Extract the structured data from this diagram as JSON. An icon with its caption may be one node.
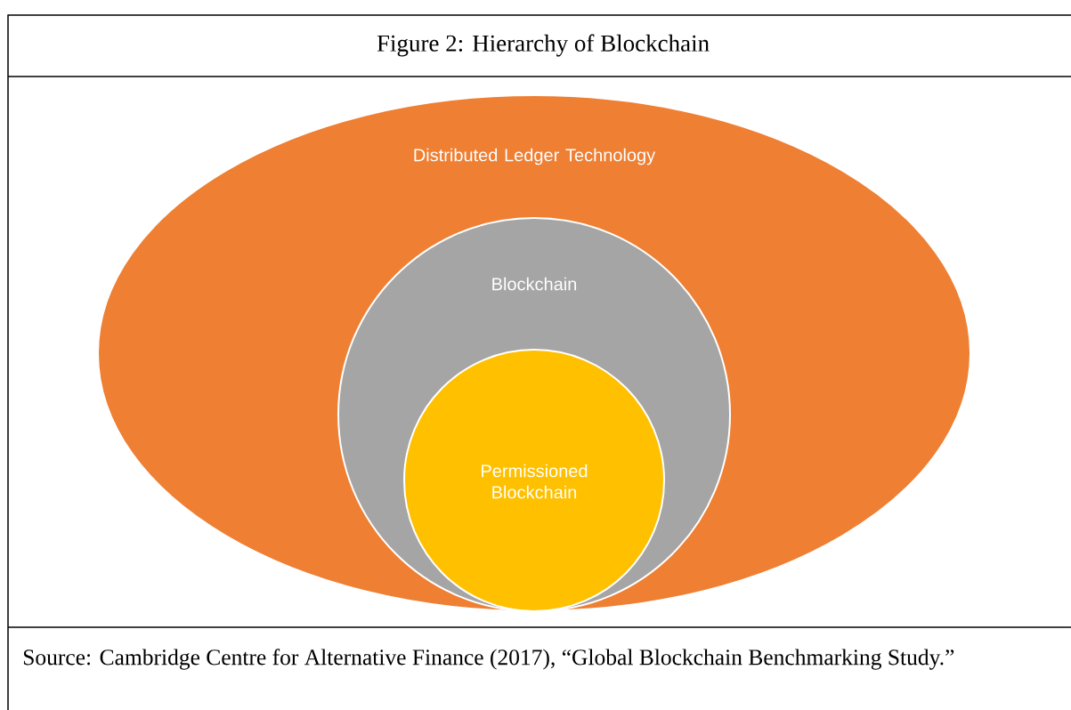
{
  "diagram": {
    "title": "Figure 2: Hierarchy of Blockchain",
    "caption": "Source: Cambridge Centre for Alternative Finance (2017), “Global Blockchain Benchmarking Study.”",
    "nodes": [
      {
        "text": [
          "Distributed Ledger Technology"
        ]
      },
      {
        "text": [
          "Blockchain"
        ],
        "in": 0
      },
      {
        "text": [
          "Permissioned Blockchain"
        ],
        "in": 1
      }
    ]
  }
}
